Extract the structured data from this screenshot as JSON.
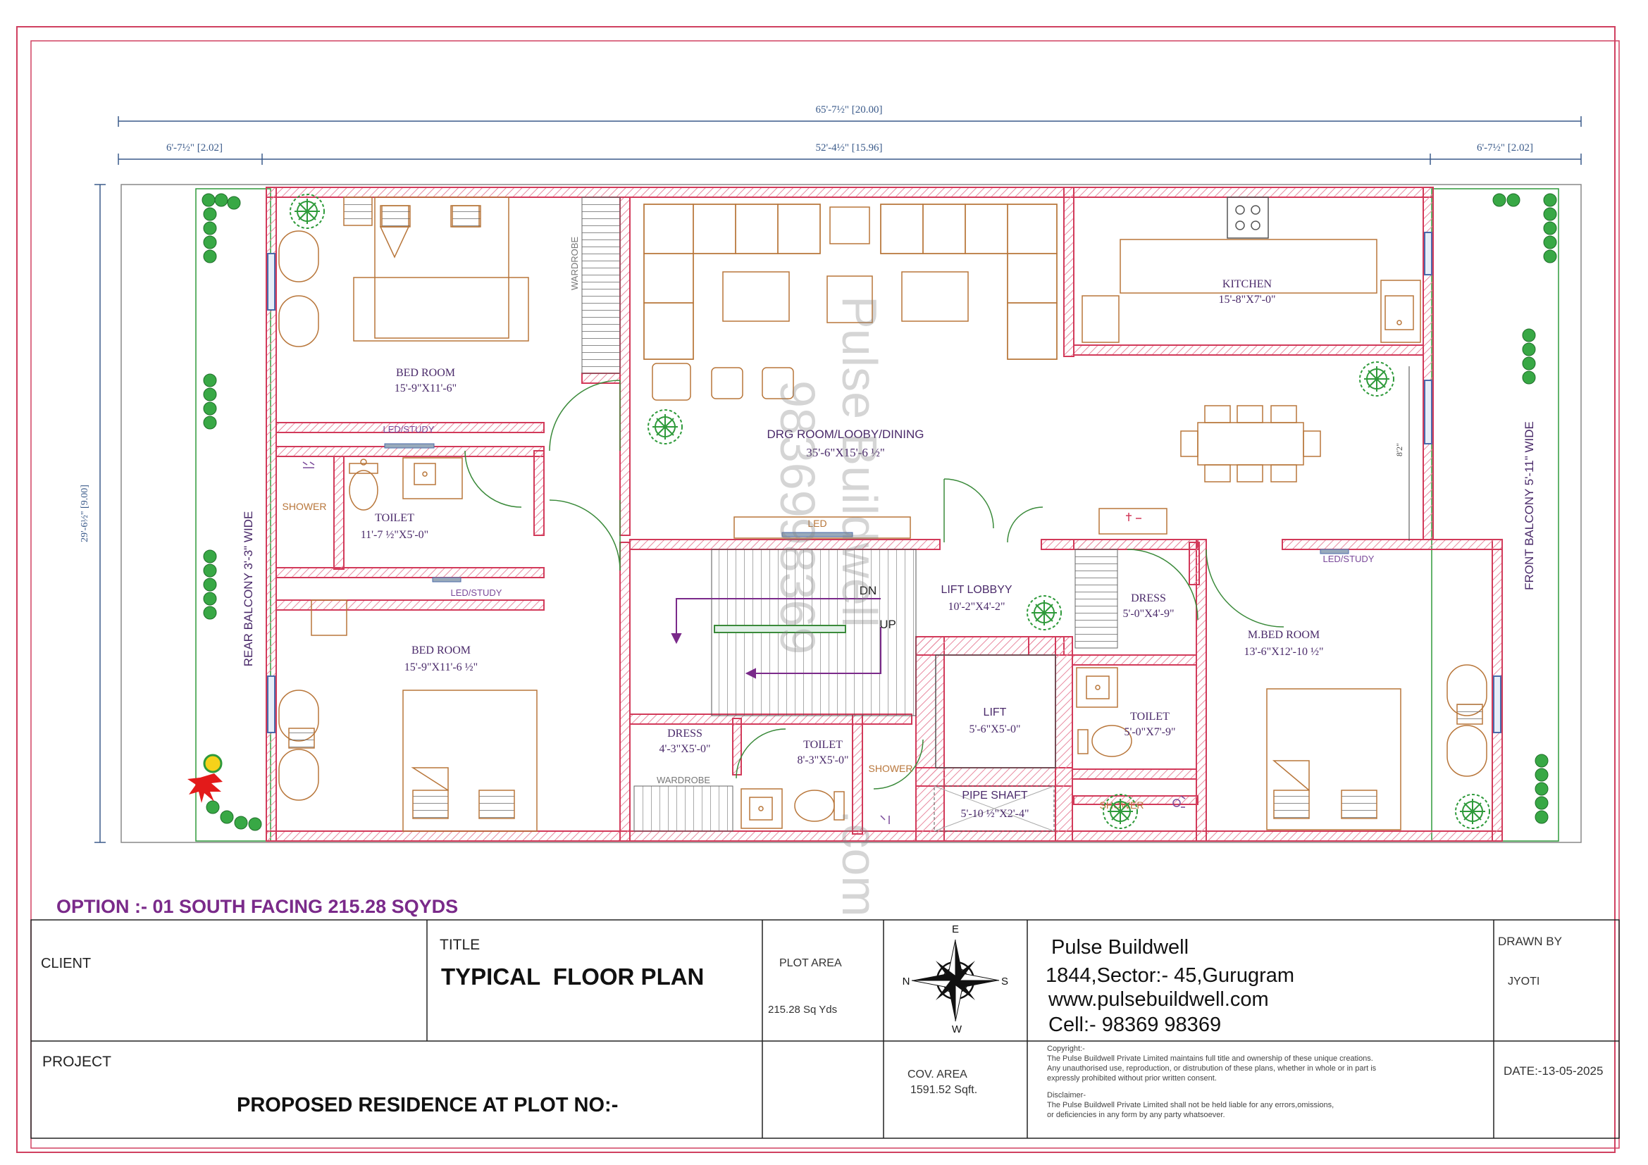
{
  "dimensions": {
    "overall": "65'-7½\" [20.00]",
    "left_segment": "6'-7½\" [2.02]",
    "middle_segment": "52'-4½\" [15.96]",
    "right_segment": "6'-7½\" [2.02]",
    "vertical": "29'-6½\" [9.00]",
    "gap_marker": "8'2\""
  },
  "rooms": {
    "bed_room_1": {
      "name": "BED ROOM",
      "size": "15'-9\"X11'-6\""
    },
    "led_study_1": "LED/STUDY",
    "wardrobe_1": "WARDROBE",
    "shower_1": "SHOWER",
    "toilet_1": {
      "name": "TOILET",
      "size": "11'-7 ½\"X5'-0\""
    },
    "led_study_2": "LED/STUDY",
    "bed_room_2": {
      "name": "BED ROOM",
      "size": "15'-9\"X11'-6 ½\""
    },
    "drg_room": {
      "name": "DRG ROOM/LOOBY/DINING",
      "size": "35'-6\"X15'-6 ½\""
    },
    "led_tv": "LED",
    "stairs_dn": "DN",
    "stairs_up": "UP",
    "lift_lobby": {
      "name": "LIFT LOBBYY",
      "size": "10'-2\"X4'-2\""
    },
    "lift": {
      "name": "LIFT",
      "size": "5'-6\"X5'-0\""
    },
    "pipe_shaft": {
      "name": "PIPE SHAFT",
      "size": "5'-10 ½\"X2'-4\""
    },
    "dress_1": {
      "name": "DRESS",
      "size": "4'-3\"X5'-0\""
    },
    "wardrobe_2": "WARDROBE",
    "toilet_2": {
      "name": "TOILET",
      "size": "8'-3\"X5'-0\""
    },
    "shower_2": "SHOWER",
    "kitchen": {
      "name": "KITCHEN",
      "size": "15'-8\"X7'-0\""
    },
    "dress_2": {
      "name": "DRESS",
      "size": "5'-0\"X4'-9\""
    },
    "toilet_3": {
      "name": "TOILET",
      "size": "5'-0\"X7'-9\""
    },
    "shower_3": "SHOWER",
    "m_bed_room": {
      "name": "M.BED ROOM",
      "size": "13'-6\"X12'-10 ½\""
    },
    "led_study_3": "LED/STUDY",
    "rear_balcony": "REAR BALCONY  3'-3\" WIDE",
    "front_balcony": "FRONT BALCONY 5'-11\" WIDE"
  },
  "watermark": {
    "line1": "Pulse Buildwell",
    "line2": "9836998369",
    "line3": ".com"
  },
  "option_label": "OPTION :- 01 SOUTH FACING 215.28 SQYDS",
  "title_block": {
    "client_label": "CLIENT",
    "title_label": "TITLE",
    "title_value": "TYPICAL  FLOOR PLAN",
    "plot_area_label": "PLOT AREA",
    "plot_area_value": "215.28 Sq Yds",
    "compass": {
      "n": "N",
      "e": "E",
      "s": "S",
      "w": "W"
    },
    "company_name": "Pulse Buildwell",
    "company_address": "1844,Sector:- 45,Gurugram",
    "company_web": "www.pulsebuildwell.com",
    "company_cell": "Cell:- 98369 98369",
    "drawn_by_label": "DRAWN BY",
    "drawn_by_value": "JYOTI",
    "project_label": "PROJECT",
    "project_value": "PROPOSED RESIDENCE AT PLOT NO:-",
    "cov_area_label": "COV. AREA",
    "cov_area_value": "1591.52  Sqft.",
    "copyright_heading": "Copyright:-",
    "copyright_line1": "The Pulse Buildwell Private Limited maintains full title and ownership of these unique creations.",
    "copyright_line2": "Any unauthorised use, reproduction, or distrubution of these plans, whether in whole or in part is",
    "copyright_line3": "expressly prohibited without prior written consent.",
    "disclaimer_heading": "Disclaimer-",
    "disclaimer_line1": " The Pulse Buildwell Private Limited shall not be held liable for any errors,omissions,",
    "disclaimer_line2": " or deficiencies in any form by any party whatsoever.",
    "date_value": "DATE:-13-05-2025"
  },
  "colors": {
    "wall": "#d23a5a",
    "wall_hatch": "#e88aa0",
    "furniture": "#b8763a",
    "label": "#4a2a6a",
    "dimension": "#3a5a8a",
    "plant": "#2e9a3a",
    "option": "#7a2a8a",
    "border": "#d04060"
  }
}
